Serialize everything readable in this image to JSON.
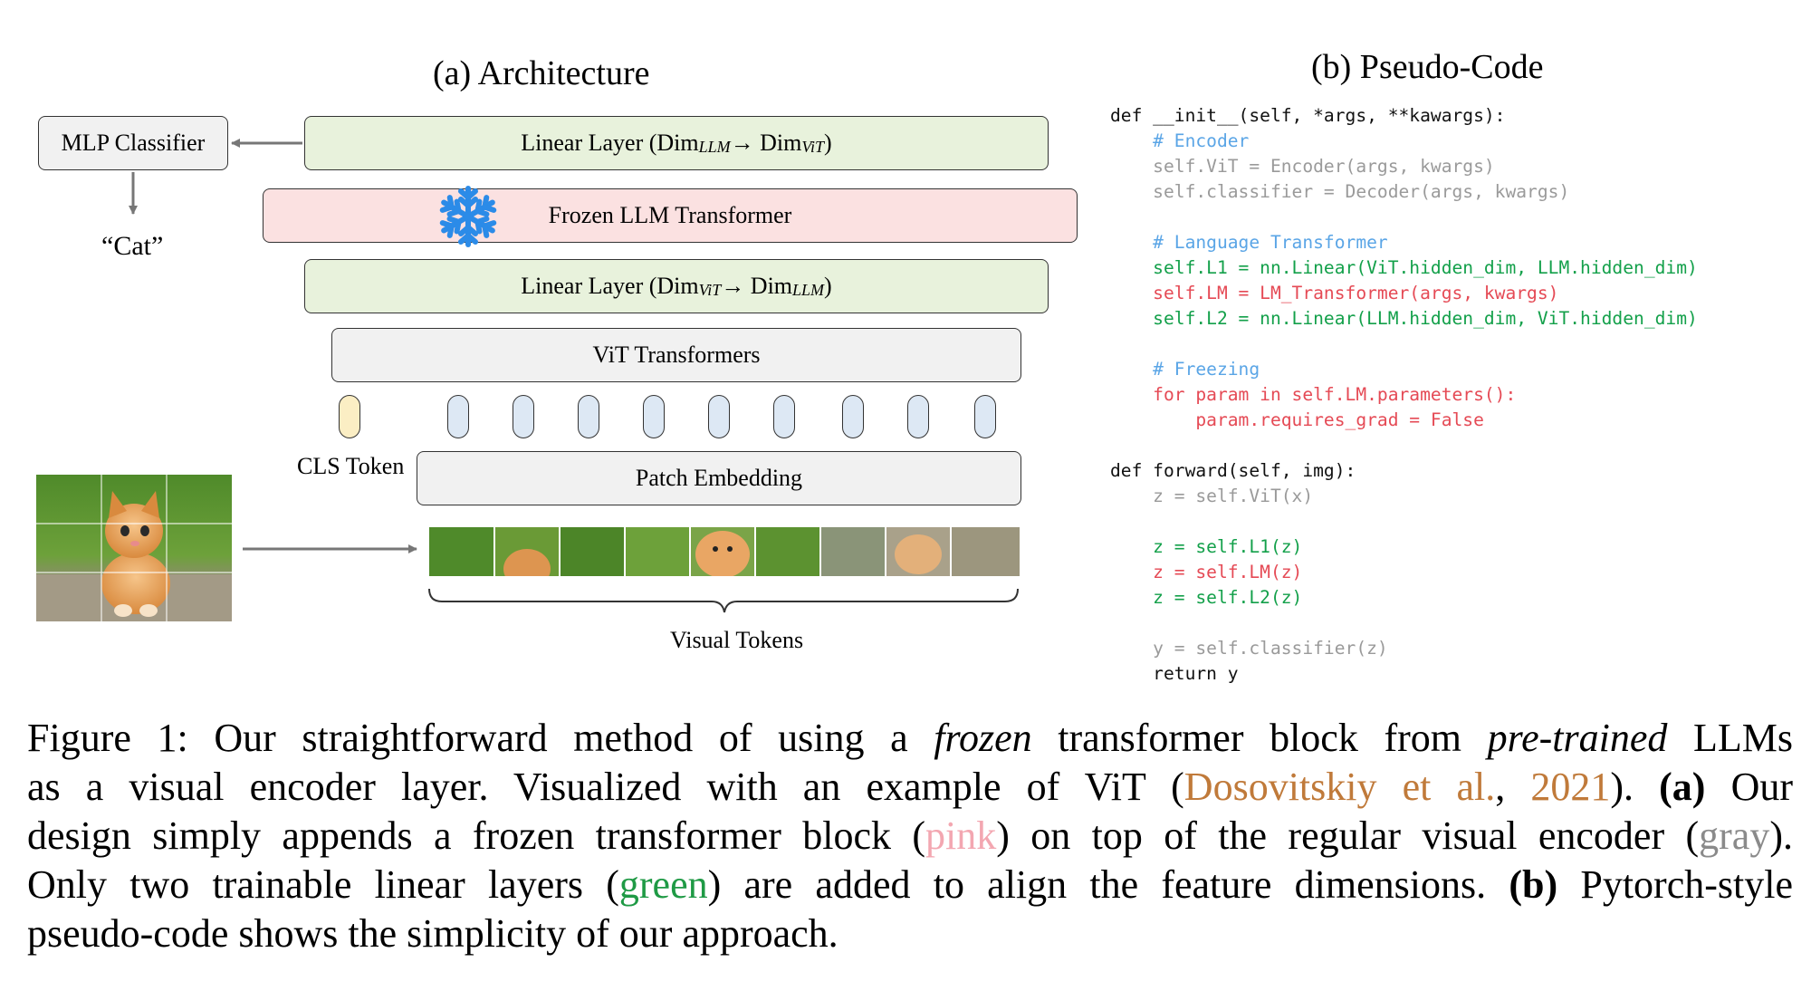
{
  "architecture": {
    "title": "(a) Architecture",
    "mlp_classifier": "MLP Classifier",
    "output_label": "“Cat”",
    "linear_top": {
      "prefix": "Linear Layer (Dim",
      "sub1": "LLM",
      "arrow": " → Dim",
      "sub2": "ViT",
      "suffix": ")"
    },
    "frozen": "Frozen LLM Transformer",
    "linear_bottom": {
      "prefix": "Linear Layer (Dim",
      "sub1": "ViT",
      "arrow": " → Dim",
      "sub2": "LLM",
      "suffix": ")"
    },
    "vit": "ViT Transformers",
    "cls_token": "CLS Token",
    "patch_embedding": "Patch Embedding",
    "visual_tokens": "Visual Tokens"
  },
  "pseudo_code": {
    "title": "(b) Pseudo-Code",
    "lines": [
      {
        "text": "def __init__(self, *args, **kawargs):",
        "color": "#111111"
      },
      {
        "text": "    # Encoder",
        "color": "#5aa5e6"
      },
      {
        "text": "    self.ViT = Encoder(args, kwargs)",
        "color": "#9a9a9a"
      },
      {
        "text": "    self.classifier = Decoder(args, kwargs)",
        "color": "#9a9a9a"
      },
      {
        "text": "",
        "color": "#111111"
      },
      {
        "text": "    # Language Transformer",
        "color": "#5aa5e6"
      },
      {
        "text": "    self.L1 = nn.Linear(ViT.hidden_dim, LLM.hidden_dim)",
        "color": "#13a04a"
      },
      {
        "text": "    self.LM = LM_Transformer(args, kwargs)",
        "color": "#e54a55"
      },
      {
        "text": "    self.L2 = nn.Linear(LLM.hidden_dim, ViT.hidden_dim)",
        "color": "#13a04a"
      },
      {
        "text": "",
        "color": "#111111"
      },
      {
        "text": "    # Freezing",
        "color": "#5aa5e6"
      },
      {
        "text": "    for param in self.LM.parameters():",
        "color": "#e54a55"
      },
      {
        "text": "        param.requires_grad = False",
        "color": "#e54a55"
      },
      {
        "text": "",
        "color": "#111111"
      },
      {
        "text": "def forward(self, img):",
        "color": "#111111"
      },
      {
        "text": "    z = self.ViT(x)",
        "color": "#9a9a9a"
      },
      {
        "text": "",
        "color": "#111111"
      },
      {
        "text": "    z = self.L1(z)",
        "color": "#13a04a"
      },
      {
        "text": "    z = self.LM(z)",
        "color": "#e54a55"
      },
      {
        "text": "    z = self.L2(z)",
        "color": "#13a04a"
      },
      {
        "text": "",
        "color": "#111111"
      },
      {
        "text": "    y = self.classifier(z)",
        "color": "#9a9a9a"
      },
      {
        "text": "    return y",
        "color": "#111111"
      }
    ]
  },
  "caption": {
    "l1_a": "Figure 1: Our straightforward method of using a ",
    "l1_frozen": "frozen",
    "l1_b": " transformer block from ",
    "l1_pretrained": "pre-trained",
    "l1_c": " LLMs",
    "l2_a": "as a visual encoder layer.  Visualized with an example of ViT (",
    "l2_cite_author": "Dosovitskiy et al.",
    "l2_comma": ", ",
    "l2_cite_year": "2021",
    "l2_b": ").  ",
    "l2_bold": "(a)",
    "l2_c": " Our",
    "l3_a": "design simply appends a frozen transformer block (",
    "l3_pink": "pink",
    "l3_b": ") on top of the regular visual encoder (",
    "l3_gray": "gray",
    "l3_c": ").",
    "l4_a": "Only two trainable linear layers (",
    "l4_green": "green",
    "l4_b": ") are added to align the feature dimensions. ",
    "l4_bold": "(b)",
    "l4_c": " Pytorch-style",
    "l5": "pseudo-code shows the simplicity of our approach."
  },
  "colors": {
    "linear_green": "#e8f2dc",
    "frozen_pink": "#fbe1e1",
    "encoder_gray": "#f1f1f1",
    "snowflake_blue": "#2b8be8",
    "citation": "#c07a3a"
  },
  "icons": [
    "snowflake-icon",
    "kitten-image"
  ]
}
